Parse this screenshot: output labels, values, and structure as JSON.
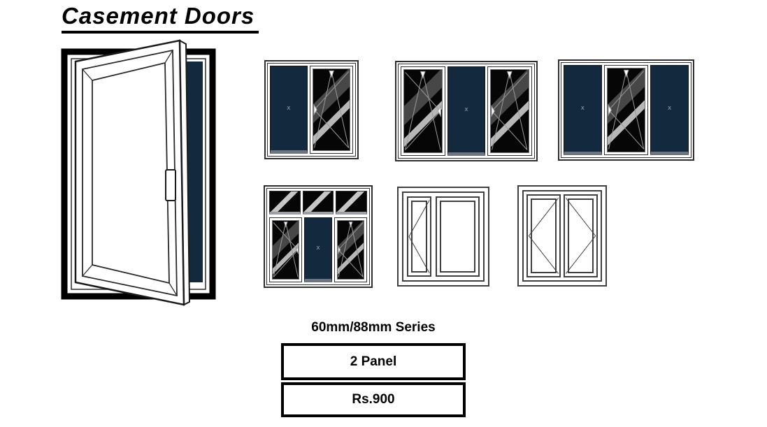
{
  "page": {
    "title": "Casement Doors"
  },
  "series": {
    "label": "60mm/88mm Series"
  },
  "price_table": {
    "panel": "2 Panel",
    "price": "Rs.900"
  },
  "marks": {
    "fixed_panel": "x",
    "transom_panel": "x"
  },
  "colors": {
    "background": "#ffffff",
    "panel_navy": "#12293e",
    "glass_black": "#060606",
    "outline": "#2e2e2e",
    "sill_gray": "#6f7580",
    "stripe_dark": "#474747",
    "stripe_light": "#b7b7b7",
    "table_border": "#000000",
    "symbol_line_on_glass": "#9a9a9a",
    "symbol_line_outline": "#3f3f3f"
  },
  "diagrams": [
    {
      "id": "d1",
      "name": "2-panel-fixed-casement",
      "style": "colored",
      "panels": [
        {
          "kind": "fixed"
        },
        {
          "kind": "casement",
          "hinge": "right"
        }
      ]
    },
    {
      "id": "d2",
      "name": "3-panel-casement-fixed-casement",
      "style": "colored",
      "panels": [
        {
          "kind": "casement",
          "hinge": "left"
        },
        {
          "kind": "fixed"
        },
        {
          "kind": "casement",
          "hinge": "right"
        }
      ]
    },
    {
      "id": "d3",
      "name": "3-panel-fixed-casement-fixed",
      "style": "colored",
      "panels": [
        {
          "kind": "fixed"
        },
        {
          "kind": "casement",
          "hinge": "right"
        },
        {
          "kind": "fixed"
        }
      ]
    },
    {
      "id": "d4",
      "name": "3-panel-with-transom-row",
      "style": "colored",
      "transoms": 3,
      "panels": [
        {
          "kind": "casement",
          "hinge": "left"
        },
        {
          "kind": "fixed"
        },
        {
          "kind": "casement",
          "hinge": "right"
        }
      ]
    },
    {
      "id": "d5",
      "name": "outline-casement-with-fixed",
      "style": "outline",
      "panels": [
        {
          "kind": "sash",
          "hinge": "right",
          "flex": 1
        },
        {
          "kind": "fixed",
          "flex": 2.2
        }
      ]
    },
    {
      "id": "d6",
      "name": "outline-french-casement",
      "style": "outline",
      "panels": [
        {
          "kind": "sash",
          "hinge": "right",
          "flex": 1
        },
        {
          "kind": "sash",
          "hinge": "left",
          "flex": 1
        }
      ]
    }
  ]
}
